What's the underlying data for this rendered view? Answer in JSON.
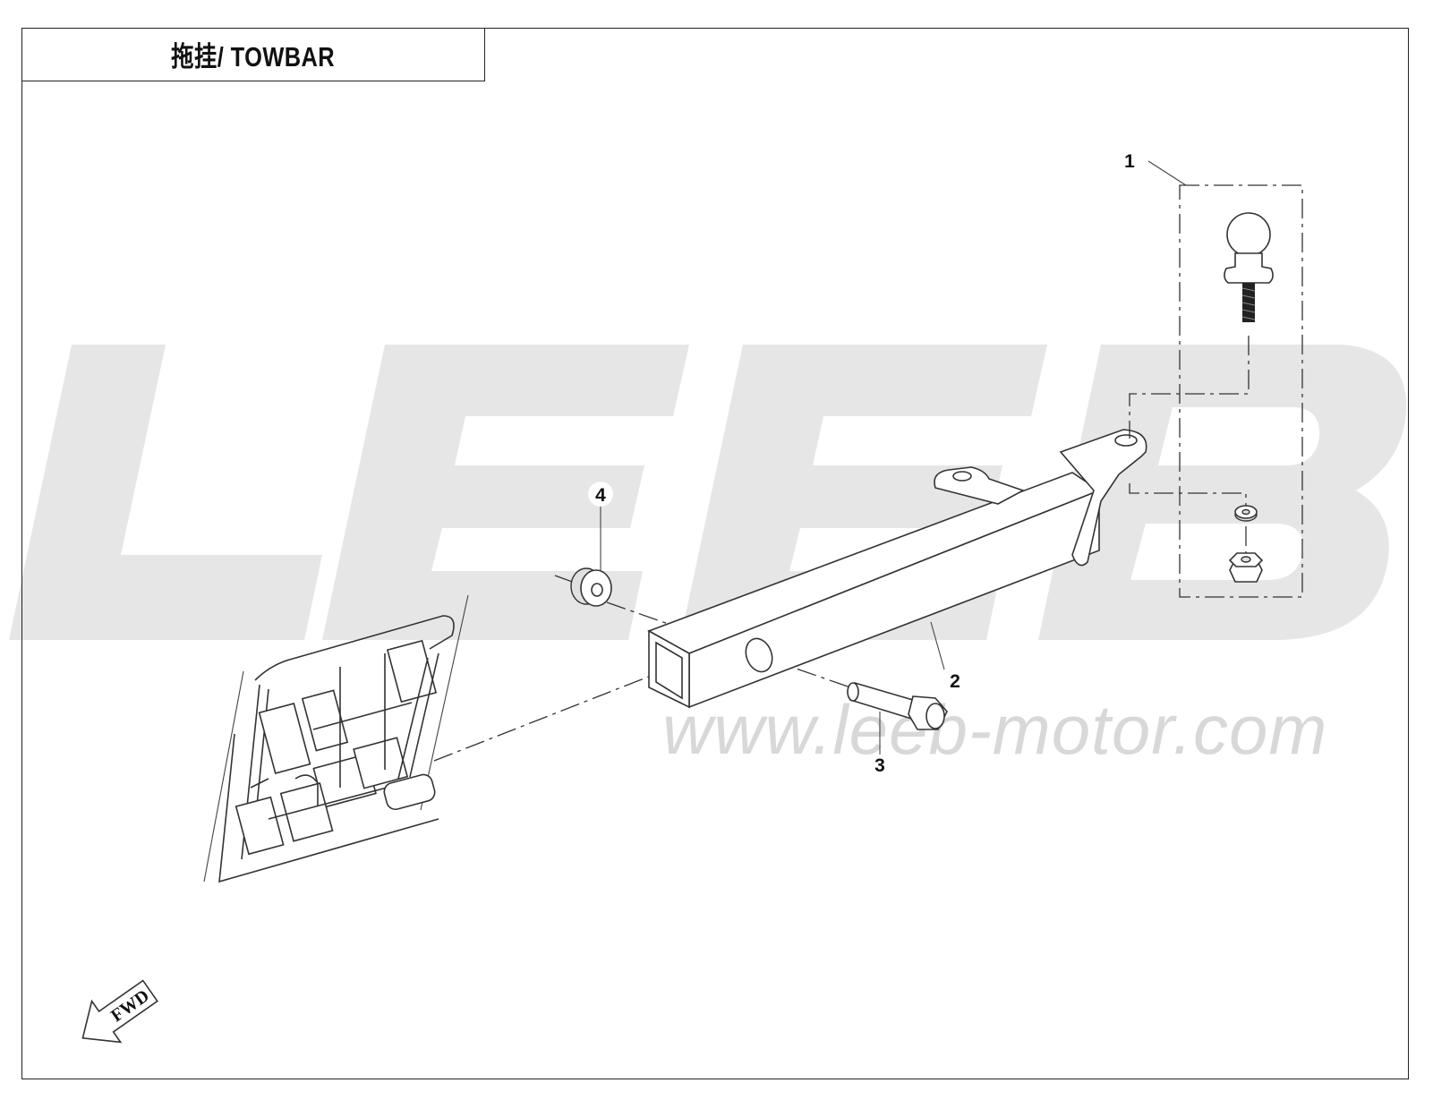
{
  "title": "拖挂/ TOWBAR",
  "watermark": {
    "logo_text": "LEEB",
    "url_text": "www.leeb-motor.com"
  },
  "callouts": [
    {
      "id": "1",
      "label": "1"
    },
    {
      "id": "2",
      "label": "2"
    },
    {
      "id": "3",
      "label": "3"
    },
    {
      "id": "4",
      "label": "4"
    }
  ],
  "fwd_label": "FWD",
  "colors": {
    "line": "#333333",
    "watermark": "#e3e3e3",
    "background": "#ffffff"
  }
}
